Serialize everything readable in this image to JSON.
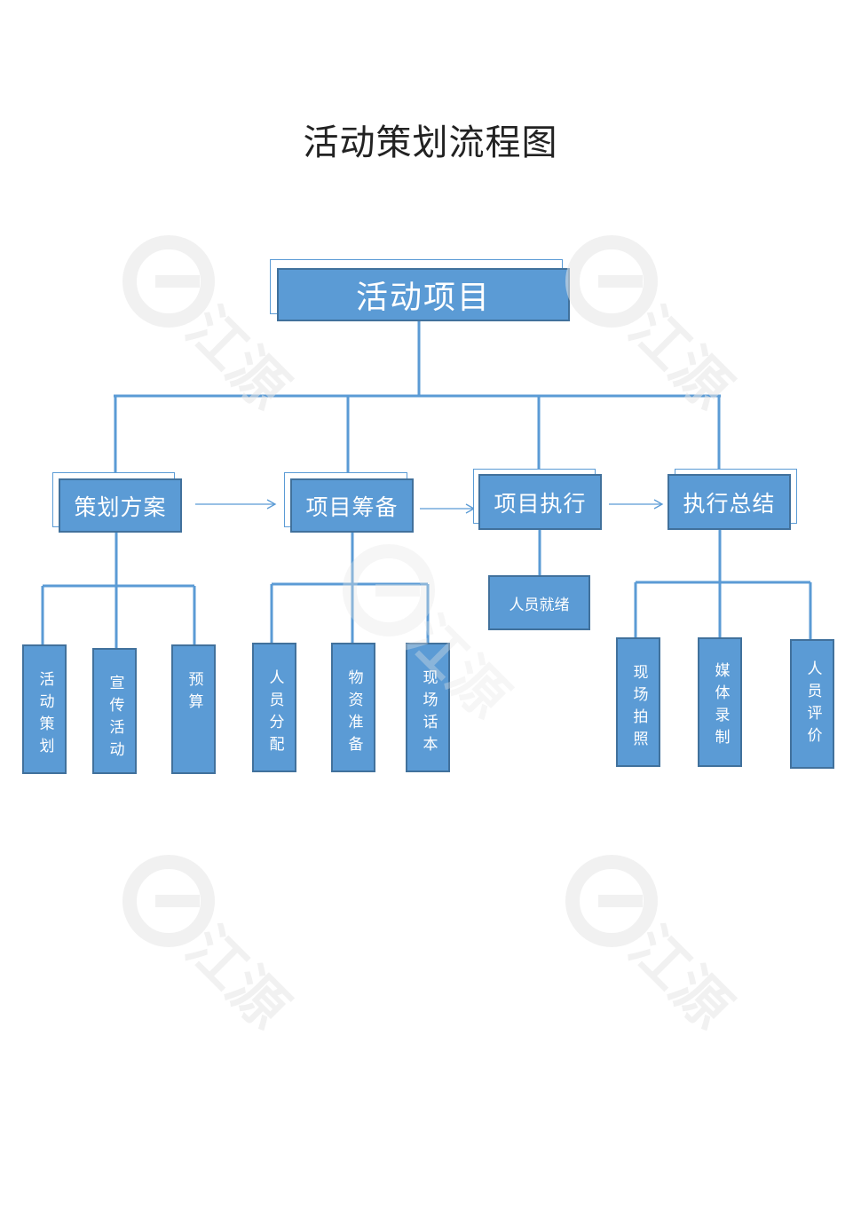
{
  "title": "活动策划流程图",
  "root": "活动项目",
  "stages": [
    {
      "label": "策划方案",
      "children": [
        "活动策划",
        "宣传活动",
        "预算"
      ]
    },
    {
      "label": "项目筹备",
      "children": [
        "人员分配",
        "物资准备",
        "现场话本"
      ]
    },
    {
      "label": "项目执行",
      "children": [
        "人员就绪"
      ]
    },
    {
      "label": "执行总结",
      "children": [
        "现场拍照",
        "媒体录制",
        "人员评价"
      ]
    }
  ],
  "watermark": {
    "text": "江源",
    "icon": "e-logo-icon"
  },
  "colors": {
    "box_fill": "#5b9bd5",
    "box_border": "#41719c",
    "line": "#5b9bd5",
    "watermark": "#e6e6e6"
  }
}
